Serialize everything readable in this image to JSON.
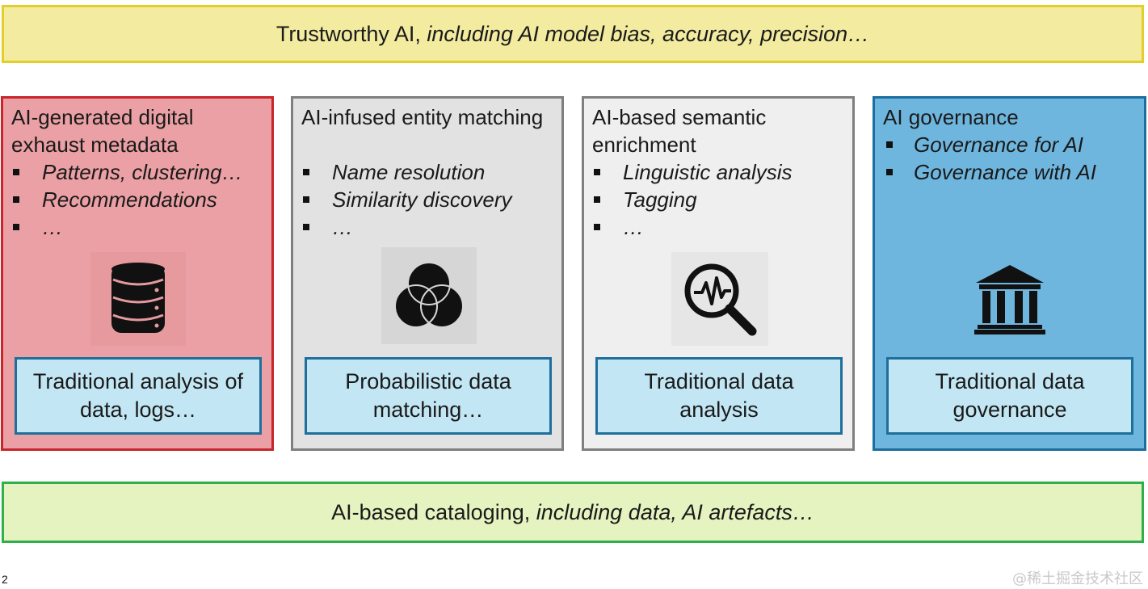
{
  "top_banner": {
    "lead": "Trustworthy AI, ",
    "emphasis": "including AI model bias, accuracy, precision…"
  },
  "columns": [
    {
      "title": "AI-generated digital exhaust metadata",
      "bullets": [
        "Patterns, clustering…",
        "Recommendations",
        "…"
      ],
      "icon": "database-icon",
      "traditional": "Traditional analysis of data, logs…",
      "fill": "#eaa0a4",
      "border": "#c8262c"
    },
    {
      "title": "AI-infused entity matching",
      "bullets": [
        "Name resolution",
        "Similarity discovery",
        "…"
      ],
      "icon": "overlapping-circles-icon",
      "traditional": "Probabilistic data matching…",
      "fill": "#e2e2e2",
      "border": "#7f7f7f"
    },
    {
      "title": "AI-based semantic enrichment",
      "bullets": [
        "Linguistic analysis",
        "Tagging",
        "…"
      ],
      "icon": "magnifier-signal-icon",
      "traditional": "Traditional data analysis",
      "fill": "#efefef",
      "border": "#7f7f7f"
    },
    {
      "title": "AI governance",
      "bullets": [
        "Governance for AI",
        "Governance with AI"
      ],
      "icon": "institution-building-icon",
      "traditional": "Traditional data governance",
      "fill": "#6fb6de",
      "border": "#1d6ea0"
    }
  ],
  "bottom_banner": {
    "lead": "AI-based cataloging, ",
    "emphasis": "including data, AI artefacts…"
  },
  "page_number": "2",
  "watermark": "@稀土掘金技术社区"
}
